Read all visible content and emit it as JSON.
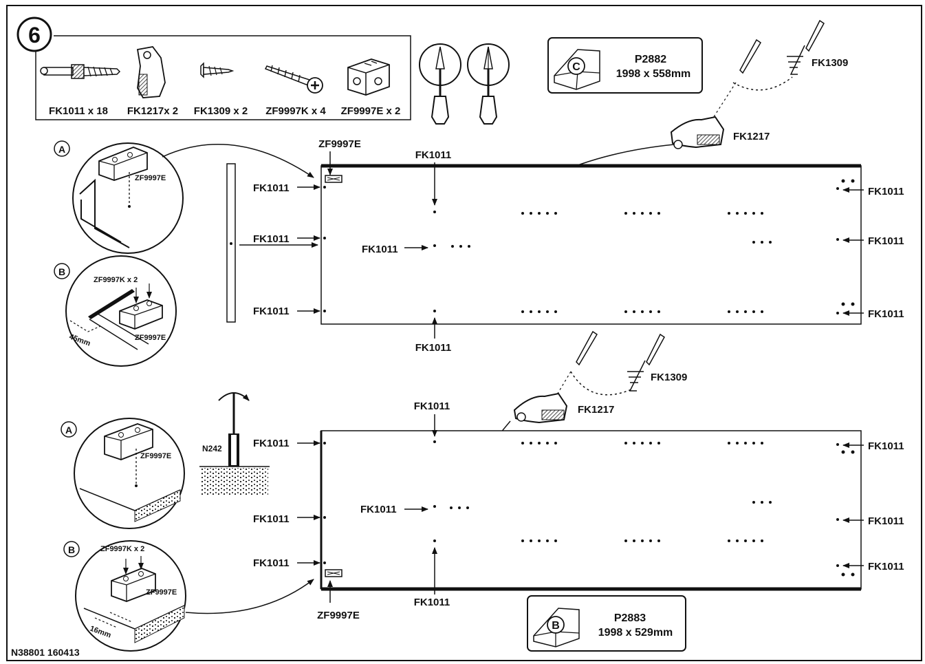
{
  "step": "6",
  "parts": [
    {
      "name": "FK1011 x 18"
    },
    {
      "name": "FK1217x 2"
    },
    {
      "name": "FK1309 x 2"
    },
    {
      "name": "ZF9997K x 4"
    },
    {
      "name": "ZF9997E x 2"
    }
  ],
  "tools": [
    "flat-screwdriver-icon",
    "phillips-screwdriver-icon"
  ],
  "panel_c": {
    "letter": "C",
    "code": "P2882",
    "size": "1998 x 558mm"
  },
  "panel_b": {
    "letter": "B",
    "code": "P2883",
    "size": "1998 x 529mm"
  },
  "labels": {
    "fk1011": "FK1011",
    "fk1217": "FK1217",
    "fk1309": "FK1309",
    "zf9997e": "ZF9997E",
    "zf9997k2": "ZF9997K x 2",
    "n242": "N242",
    "m45": "45mm",
    "m16": "16mm",
    "a": "A",
    "b": "B"
  },
  "footer": "N38801 160413"
}
